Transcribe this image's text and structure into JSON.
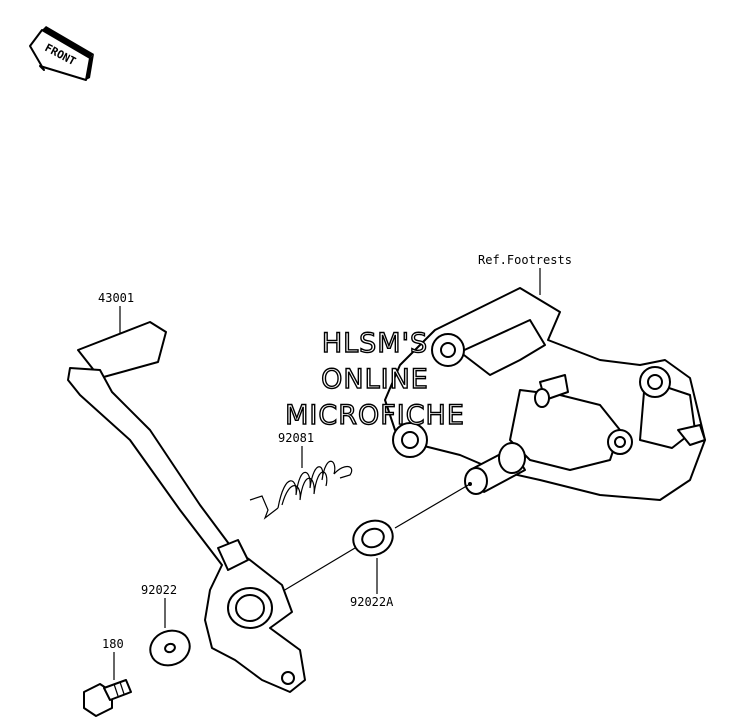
{
  "front_badge": {
    "text": "FRONT"
  },
  "watermark": {
    "lines": [
      "HLSM'S",
      "ONLINE",
      "MICROFICHE"
    ]
  },
  "labels": {
    "ref_footrests": "Ref.Footrests",
    "part_43001": "43001",
    "part_92081": "92081",
    "part_92022": "92022",
    "part_92022a": "92022A",
    "part_180": "180"
  }
}
